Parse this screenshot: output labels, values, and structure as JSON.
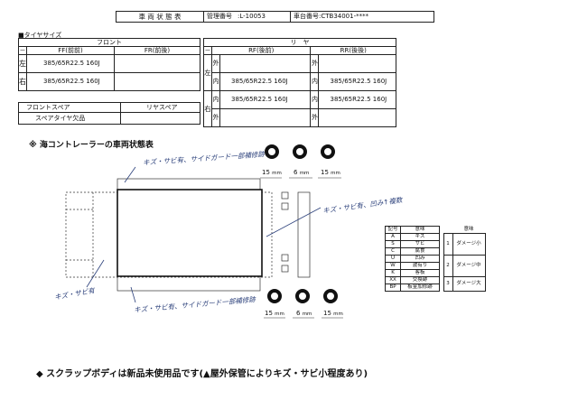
{
  "header": {
    "title": "車 両 状 態 表",
    "mgmt_label": "管理番号",
    "mgmt_value": ":L-10053",
    "chassis_label": "車台番号",
    "chassis_value": ":CTB34001-****"
  },
  "tire_section": {
    "title": "■タイヤサイズ",
    "front_label": "フロント",
    "rear_label": "リ　ヤ",
    "ff_label": "FF(前前)",
    "fr_label": "FR(前後)",
    "dash": "－",
    "rf_label": "RF(後前)",
    "rr_label": "RR(後後)",
    "left": "左",
    "right": "右",
    "outer": "外",
    "inner": "内",
    "size_ff_left": "385/65R22.5 160J",
    "size_ff_right": "385/65R22.5 160J",
    "size_rf_left_inner": "385/65R22.5 160J",
    "size_rr_left_inner": "385/65R22.5 160J",
    "size_rf_right_inner": "385/65R22.5 160J",
    "size_rr_right_inner": "385/65R22.5 160J"
  },
  "spare": {
    "front_spare": "フロントスペア",
    "rear_spare": "リヤスペア",
    "missing": "スペアタイヤ欠品"
  },
  "diagram": {
    "title": "※ 海コントレーラーの車両状態表",
    "note_top": "キズ・サビ有、サイドガード一部補修跡",
    "note_right": "キズ・サビ有、凹み↑複数",
    "note_left": "キズ・サビ有",
    "note_bottom": "キズ・サビ有、サイドガード一部補修跡",
    "top_tires": [
      "15",
      "6",
      "15"
    ],
    "bottom_tires": [
      "15",
      "6",
      "15"
    ],
    "unit": "mm"
  },
  "legend": {
    "h_code": "記号",
    "h_meaning": "意味",
    "h_meaning2": "意味",
    "rows": [
      {
        "code": "A",
        "meaning": "キズ"
      },
      {
        "code": "S",
        "meaning": "サビ"
      },
      {
        "code": "C",
        "meaning": "腐食"
      },
      {
        "code": "U",
        "meaning": "凹み"
      },
      {
        "code": "W",
        "meaning": "波有り"
      },
      {
        "code": "K",
        "meaning": "客板"
      },
      {
        "code": "XX",
        "meaning": "交換跡"
      },
      {
        "code": "BP",
        "meaning": "板金加修跡"
      }
    ],
    "levels": [
      {
        "num": "1",
        "label": "ダメージ小"
      },
      {
        "num": "2",
        "label": "ダメージ中"
      },
      {
        "num": "3",
        "label": "ダメージ大"
      }
    ]
  },
  "footer": {
    "note": "◆ スクラップボディは新品未使用品です(▲屋外保管によりキズ・サビ小程度あり)"
  }
}
